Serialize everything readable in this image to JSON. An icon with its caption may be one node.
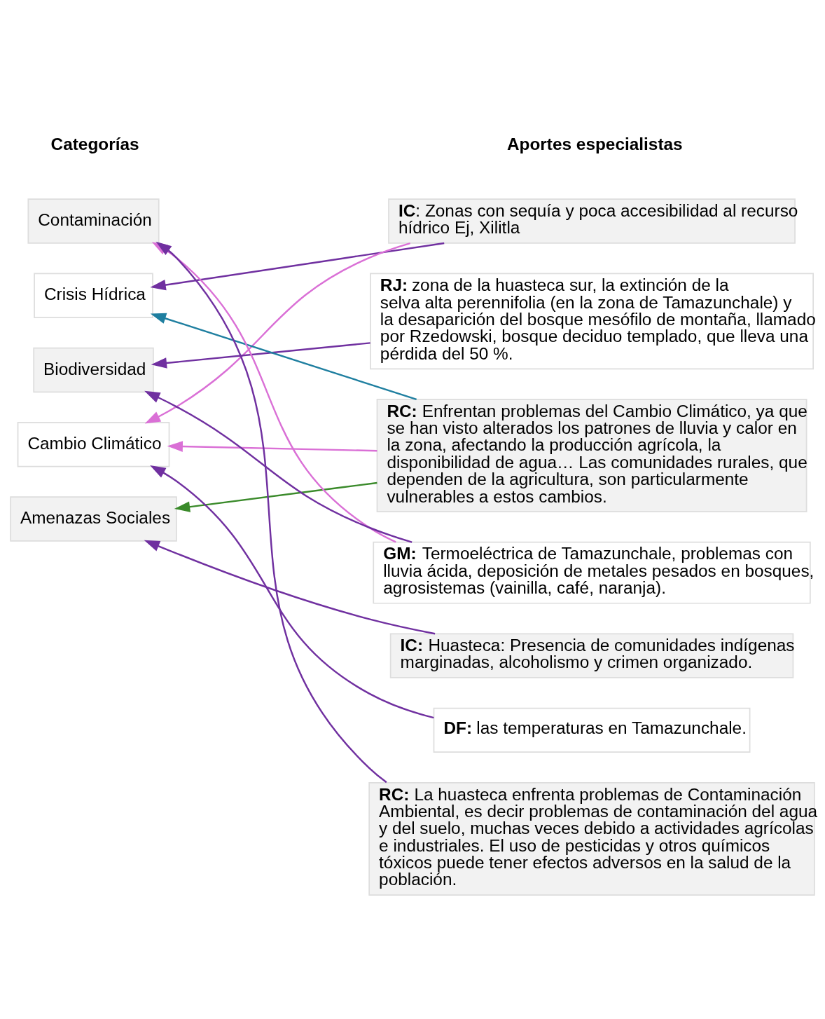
{
  "diagram": {
    "nodes": [
      {
        "text": [
          "Contaminación"
        ]
      },
      {
        "text": [
          "**IC**: Zonas con sequía y poca accesibilidad al recurso hídrico Ej, Xilitla"
        ]
      },
      {
        "text": [
          "Crisis Hídrica"
        ]
      },
      {
        "text": [
          "**RJ:** zona de la huasteca sur, la extinción de la selva alta perennifolia (en la zona de Tamazunchale) y la desaparición del bosque mesófilo de montaña, llamado por Rzedowski, bosque deciduo templado, que lleva una pérdida del 50 %."
        ]
      },
      {
        "text": [
          "Biodiversidad"
        ]
      },
      {
        "text": [
          "**RC:** Enfrentan problemas del Cambio Climático, ya que se han visto alterados los patrones de lluvia y calor en la zona, afectando la producción agrícola, la disponibilidad de agua… Las comunidades rurales, que dependen de la agricultura, son particularmente vulnerables a estos cambios."
        ]
      },
      {
        "text": [
          "Cambio Climático"
        ]
      },
      {
        "text": [
          "**GM:** Termoeléctrica de Tamazunchale, problemas con lluvia ácida, deposición de metales pesados en bosques, agrosistemas (vainilla, café, naranja)."
        ]
      },
      {
        "text": [
          "Amenazas Sociales"
        ]
      },
      {
        "text": [
          "**IC:** Huasteca: Presencia de comunidades indígenas marginadas, alcoholismo y crimen organizado."
        ]
      },
      {
        "text": [
          "**DF:** las temperaturas en Tamazunchale."
        ]
      },
      {
        "text": [
          "**RC:** La huasteca enfrenta problemas de Contaminación Ambiental, es decir problemas de contaminación del agua y del suelo, muchas veces debido a actividades agrícolas e industriales. El uso de pesticidas y otros químicos tóxicos puede tener efectos adversos en la salud de la población."
        ]
      }
    ],
    "edges": [
      {
        "from": 1,
        "to": 2,
        "arrow": "to"
      },
      {
        "from": 1,
        "to": 6,
        "arrow": "to",
        "color": "#da70d6"
      },
      {
        "from": 3,
        "to": 4,
        "arrow": "to"
      },
      {
        "from": 5,
        "to": 2,
        "arrow": "to",
        "color": "#1f7fa0"
      },
      {
        "from": 5,
        "to": 6,
        "arrow": "to",
        "color": "#da70d6"
      },
      {
        "from": 5,
        "to": 8,
        "arrow": "to",
        "color": "#3a8a2a"
      },
      {
        "from": 7,
        "to": 0,
        "arrow": "to",
        "color": "#da70d6"
      },
      {
        "from": 7,
        "to": 4,
        "arrow": "to"
      },
      {
        "from": 9,
        "to": 8,
        "arrow": "to"
      },
      {
        "from": 10,
        "to": 6,
        "arrow": "to"
      },
      {
        "from": 11,
        "to": 0,
        "arrow": "to"
      }
    ],
    "labels": [
      "Categorías",
      "Aportes especialistas"
    ]
  }
}
